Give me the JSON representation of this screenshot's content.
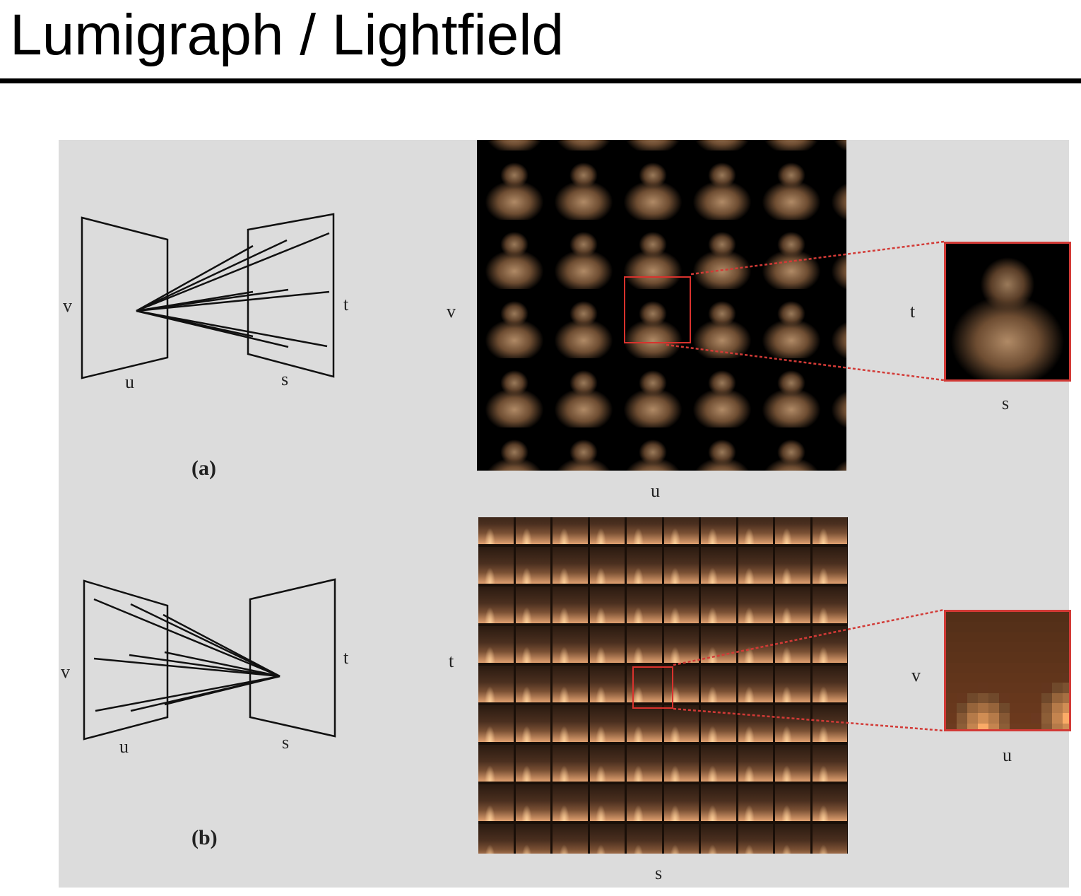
{
  "slide": {
    "title": "Lumigraph / Lightfield"
  },
  "figure": {
    "row_a": {
      "caption": "(a)",
      "diagram_labels": {
        "v": "v",
        "u": "u",
        "t": "t",
        "s": "s"
      },
      "grid_labels": {
        "left": "v",
        "bottom": "u"
      },
      "zoom_labels": {
        "left": "t",
        "bottom": "s"
      }
    },
    "row_b": {
      "caption": "(b)",
      "diagram_labels": {
        "v": "v",
        "u": "u",
        "t": "t",
        "s": "s"
      },
      "grid_labels": {
        "left": "t",
        "bottom": "s"
      },
      "zoom_labels": {
        "left": "v",
        "bottom": "u"
      }
    }
  },
  "colors": {
    "panel_background": "#dcdcdc",
    "highlight_red": "#d23a36",
    "tile_background": "#000000"
  }
}
